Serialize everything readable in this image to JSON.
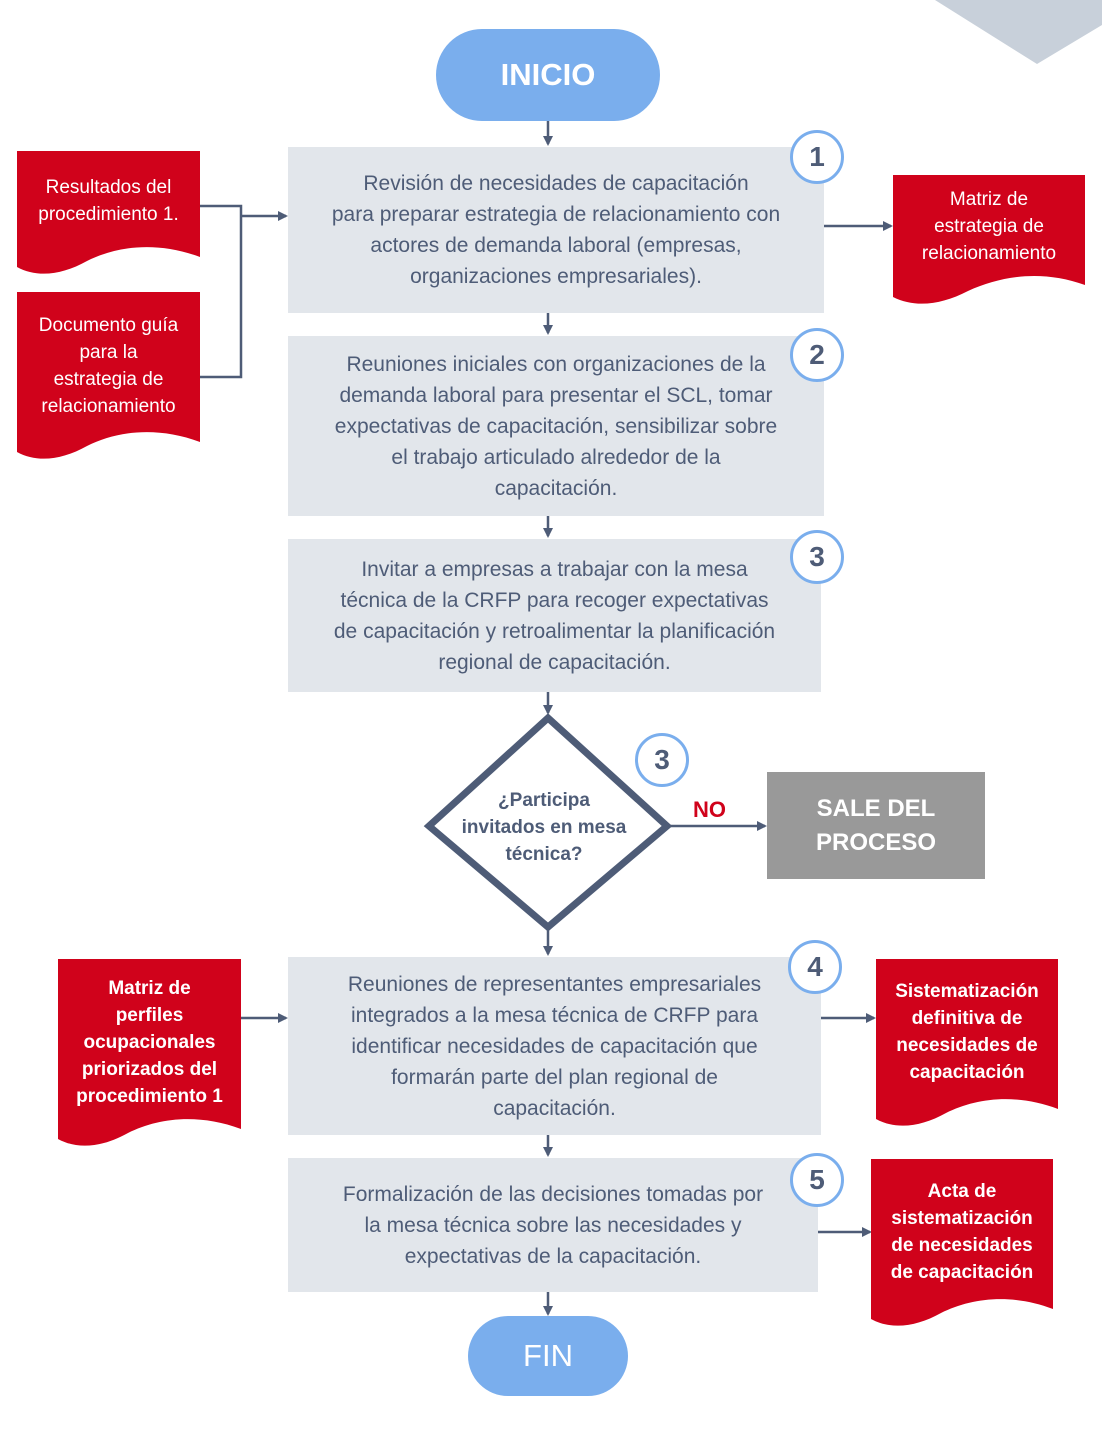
{
  "start": "INICIO",
  "end": "FIN",
  "steps": [
    {
      "badge": "1",
      "text": "Revisión de necesidades de capacitación\npara preparar estrategia de relacionamiento con\nactores de demanda laboral (empresas,\norganizaciones empresariales)."
    },
    {
      "badge": "2",
      "text": "Reuniones iniciales con organizaciones de la\ndemanda laboral para presentar el SCL, tomar\nexpectativas de capacitación, sensibilizar sobre\nel trabajo articulado alrededor de la\ncapacitación."
    },
    {
      "badge": "3",
      "text": "Invitar a empresas a trabajar con la mesa\ntécnica de la CRFP para recoger expectativas\nde capacitación y retroalimentar la planificación\nregional de capacitación."
    },
    {
      "badge": "4",
      "text": "Reuniones de representantes empresariales\nintegrados a la mesa técnica de CRFP para\nidentificar necesidades de capacitación que\nformarán parte del plan regional de\ncapacitación."
    },
    {
      "badge": "5",
      "text": "Formalización de las decisiones tomadas por\nla mesa técnica sobre las necesidades y\nexpectativas de la capacitación."
    }
  ],
  "decision": {
    "badge": "3",
    "text": "¿Participa\ninvitados en mesa\ntécnica?",
    "no_label": "NO",
    "exit_text": "SALE DEL\nPROCESO"
  },
  "inputs": {
    "resultados": "Resultados del\nprocedimiento 1.",
    "documento": "Documento guía\npara la\nestrategia de\nrelacionamiento",
    "matriz_perfiles": "Matriz de\nperfiles\nocupacionales\npriorizados del\nprocedimiento 1"
  },
  "outputs": {
    "matriz_estrategia": "Matriz de\nestrategia de\nrelacionamiento",
    "sistematizacion": "Sistematización\ndefinitiva de\nnecesidades de\ncapacitación",
    "acta": "Acta de\nsistematización\nde necesidades\nde capacitación"
  },
  "colors": {
    "terminal": "#7aaeed",
    "step_fill": "#e2e6eb",
    "step_text": "#4e5c77",
    "document": "#d0021b",
    "connector": "#4e5c77",
    "exit_box": "#999999",
    "corner": "#c8d0da"
  }
}
